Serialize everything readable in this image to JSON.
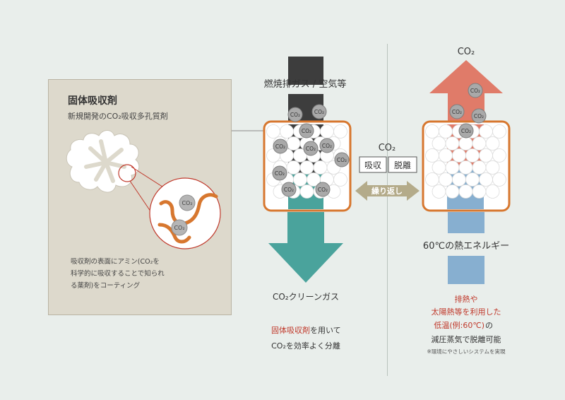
{
  "inset": {
    "title": "固体吸収剤",
    "subtitle": "新規開発のCO₂吸収多孔質剤",
    "molecule_label": "CO₂",
    "note_lines": [
      "吸収剤の表面にアミン(CO₂を",
      "科学的に吸収することで知られ",
      "る薬剤)をコーティング"
    ]
  },
  "absorb": {
    "input_label": "燃焼排ガス / 空気等",
    "particle_label": "CO₂",
    "output_label": "CO₂クリーンガス",
    "desc_highlight": "固体吸収剤",
    "desc_rest": "を用いて",
    "desc_line2": "CO₂を効率よく分離"
  },
  "cycle": {
    "co2_label": "CO₂",
    "absorb_tab": "吸収",
    "desorb_tab": "脱離",
    "repeat_label": "繰り返し"
  },
  "desorb": {
    "top_label": "CO₂",
    "heat_label": "60℃の熱エネルギー",
    "desc_lines_red": [
      "排熱や",
      "太陽熱等を利用した"
    ],
    "desc_line3_red": "低温(例:60℃)",
    "desc_line3_rest": "の",
    "desc_line4": "減圧蒸気で脱離可能",
    "footnote": "※環境にやさしいシステムを実現"
  },
  "colors": {
    "orange": "#d7772f",
    "teal": "#4aa39c",
    "dark": "#3d3d3d",
    "salmon": "#e07b69",
    "blue": "#87afd0",
    "red_text": "#c0392b",
    "repeat_arrow": "#b4ab8a"
  }
}
